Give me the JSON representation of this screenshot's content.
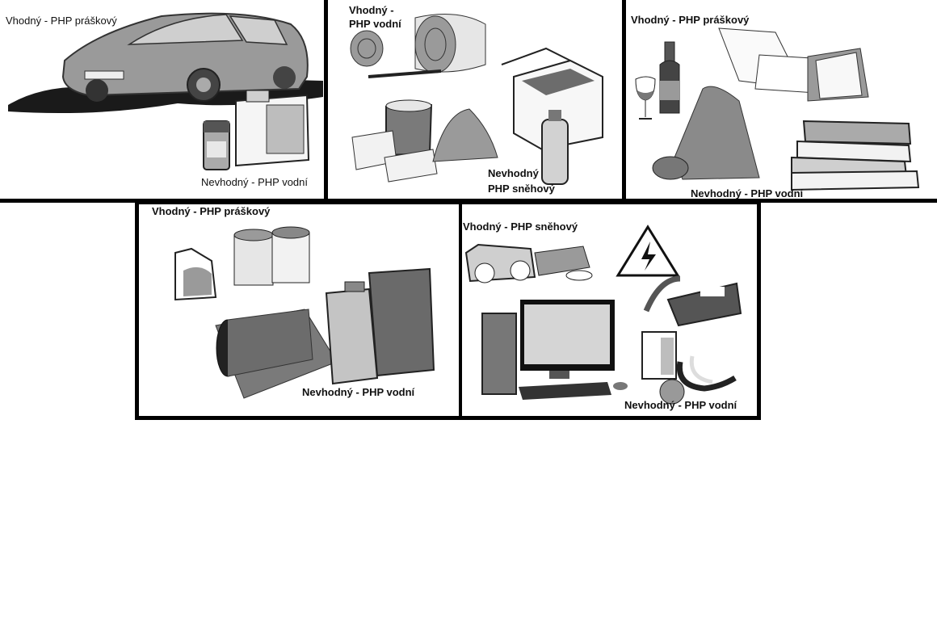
{
  "panels": [
    {
      "id": "car",
      "label_suitable": "Vhodný - PHP práškový",
      "label_unsuitable": "Nevhodný - PHP vodní",
      "items": [
        "car-icon",
        "oil-puddle-icon",
        "spray-can-icon",
        "fuel-canister-icon"
      ]
    },
    {
      "id": "hay",
      "label_suitable_line1": "Vhodný -",
      "label_suitable_line2": "PHP vodní",
      "label_unsuitable_line1": "Nevhodný",
      "label_unsuitable_line2": "PHP sněhový",
      "items": [
        "hay-bale-icon",
        "wood-stump-icon",
        "cardboard-box-icon",
        "sand-pile-icon",
        "spray-bottle-icon"
      ]
    },
    {
      "id": "books",
      "label_suitable": "Vhodný - PHP práškový",
      "label_unsuitable": "Nevhodný - PHP vodní",
      "items": [
        "wine-bottle-icon",
        "wine-glass-icon",
        "carpet-roll-icon",
        "papers-icon",
        "books-stack-icon"
      ]
    },
    {
      "id": "paint",
      "label_suitable": "Vhodný - PHP práškový",
      "label_unsuitable": "Nevhodný - PHP vodní",
      "items": [
        "oil-bottle-icon",
        "paint-cans-icon",
        "floor-roll-icon",
        "jerrycan-icon"
      ]
    },
    {
      "id": "electronics",
      "label_suitable": "Vhodný - PHP sněhový",
      "label_unsuitable": "Nevhodný - PHP vodní",
      "items": [
        "radio-icon",
        "dvd-player-icon",
        "high-voltage-warning-icon",
        "telephone-icon",
        "computer-icon",
        "toaster-icon",
        "bananas-icon"
      ]
    }
  ],
  "colors": {
    "frame": "#000000",
    "gray": "#8a8a8a",
    "light": "#c4c4c4",
    "dark": "#555555"
  }
}
